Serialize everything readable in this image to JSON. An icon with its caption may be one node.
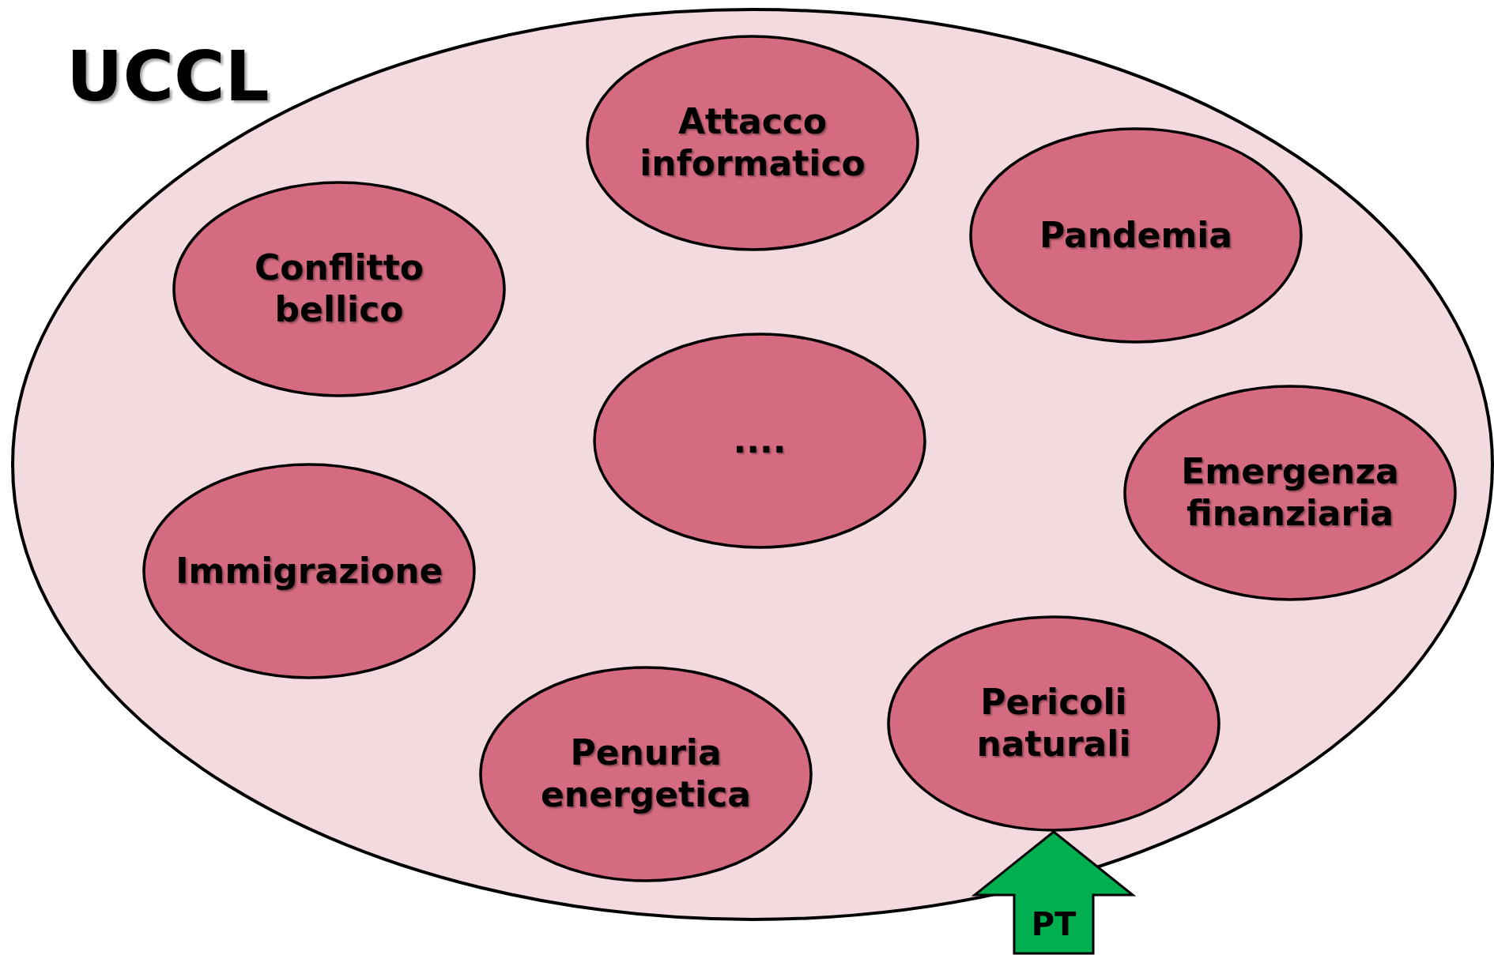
{
  "diagram": {
    "nodes": [
      {
        "text": [
          "UCCL"
        ]
      },
      {
        "text": [
          "Attacco informatico"
        ],
        "in": 0
      },
      {
        "text": [
          "Pandemia"
        ],
        "in": 0
      },
      {
        "text": [
          "Conflitto bellico"
        ],
        "in": 0
      },
      {
        "text": [
          "...."
        ],
        "in": 0
      },
      {
        "text": [
          "Emergenza finanziaria"
        ],
        "in": 0
      },
      {
        "text": [
          "Immigrazione"
        ],
        "in": 0
      },
      {
        "text": [
          "Pericoli naturali"
        ],
        "in": 0
      },
      {
        "text": [
          "Penuria energetica"
        ],
        "in": 0
      }
    ],
    "edges": [
      {
        "from": null,
        "to": 7,
        "arrow": "to",
        "label": "PT",
        "style": "thick",
        "color": "#00b050"
      }
    ]
  }
}
